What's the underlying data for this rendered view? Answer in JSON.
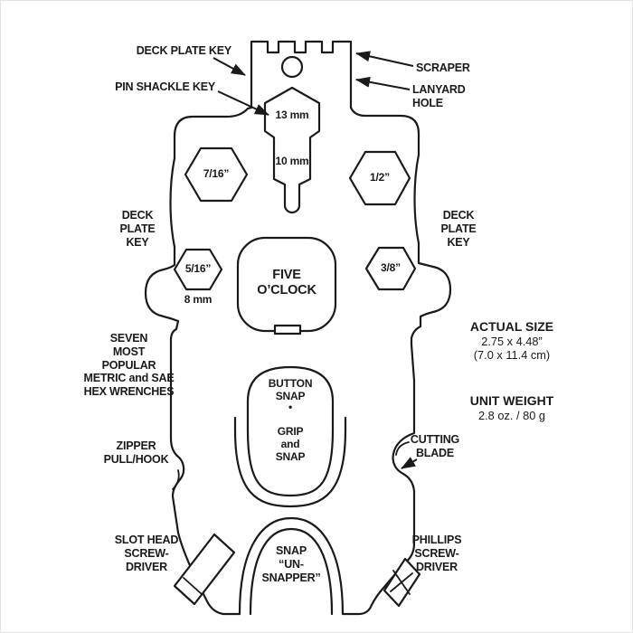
{
  "colors": {
    "ink": "#1a1a1a",
    "background": "#ffffff"
  },
  "callouts": {
    "deck_plate_key_top": {
      "label": "DECK PLATE KEY"
    },
    "pin_shackle_key": {
      "label": "PIN SHACKLE KEY"
    },
    "scraper": {
      "label": "SCRAPER"
    },
    "lanyard_hole": {
      "lines": [
        "LANYARD",
        "HOLE"
      ]
    },
    "deck_plate_key_left": {
      "lines": [
        "DECK",
        "PLATE",
        "KEY"
      ]
    },
    "deck_plate_key_right": {
      "lines": [
        "DECK",
        "PLATE",
        "KEY"
      ]
    },
    "hex_wrenches_note": {
      "lines": [
        "SEVEN",
        "MOST",
        "POPULAR",
        "METRIC and SAE",
        "HEX WRENCHES"
      ]
    },
    "zipper_pull_hook": {
      "lines": [
        "ZIPPER",
        "PULL/HOOK"
      ]
    },
    "cutting_blade": {
      "lines": [
        "CUTTING",
        "BLADE"
      ]
    },
    "slot_head_screwdriver": {
      "lines": [
        "SLOT HEAD",
        "SCREW-",
        "DRIVER"
      ]
    },
    "snap_unsnapper": {
      "lines": [
        "SNAP",
        "“UN-",
        "SNAPPER”"
      ]
    },
    "phillips_screwdriver": {
      "lines": [
        "PHILLIPS",
        "SCREW-",
        "DRIVER"
      ]
    }
  },
  "tool_markings": {
    "hex_13mm": "13 mm",
    "slot_10mm": "10 mm",
    "hex_7_16": "7/16”",
    "hex_1_2": "1/2”",
    "hex_5_16": "5/16”",
    "hex_8mm": "8 mm",
    "hex_3_8": "3/8”",
    "brand": {
      "lines": [
        "FIVE",
        "O’CLOCK"
      ]
    },
    "button_snap": {
      "lines": [
        "BUTTON",
        "SNAP"
      ]
    },
    "snap_dot": "•",
    "grip_and_snap": {
      "lines": [
        "GRIP",
        "and",
        "SNAP"
      ]
    }
  },
  "specs": {
    "actual_size_heading": "ACTUAL SIZE",
    "actual_size_in": "2.75 x 4.48”",
    "actual_size_cm": "(7.0 x 11.4 cm)",
    "unit_weight_heading": "UNIT WEIGHT",
    "unit_weight_value": "2.8 oz. / 80 g"
  }
}
